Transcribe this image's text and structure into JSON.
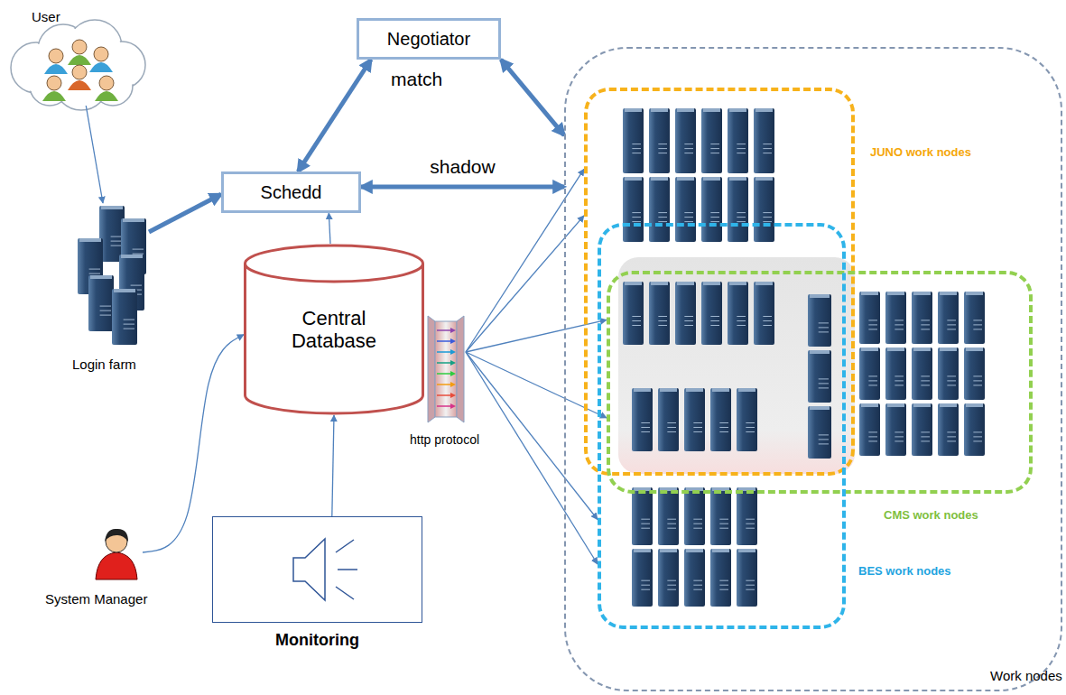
{
  "diagram": {
    "nodes": [
      {
        "text": [
          "User"
        ]
      },
      {
        "text": [
          "Login farm"
        ]
      },
      {
        "text": [
          "Negotiator"
        ]
      },
      {
        "text": [
          "Schedd"
        ]
      },
      {
        "text": [
          "Central Database"
        ]
      },
      {
        "text": [
          "http protocol"
        ]
      },
      {
        "text": [
          "System Manager"
        ]
      },
      {
        "text": [
          "Monitoring"
        ]
      },
      {
        "text": [
          "Work nodes"
        ]
      },
      {
        "text": [
          "JUNO work nodes"
        ],
        "in": 8
      },
      {
        "text": [
          "CMS work nodes"
        ],
        "in": 8
      },
      {
        "text": [
          "BES work nodes"
        ],
        "in": 8
      }
    ],
    "edges": [
      {
        "from": 0,
        "to": 1,
        "arrow": "to"
      },
      {
        "from": 1,
        "to": 3,
        "arrow": "to"
      },
      {
        "from": 3,
        "to": 2,
        "arrow": "both"
      },
      {
        "from": 2,
        "to": 8,
        "arrow": "both"
      },
      {
        "from": 3,
        "to": 8,
        "label": "shadow",
        "arrow": "both"
      },
      {
        "from": 4,
        "to": 3,
        "arrow": "to"
      },
      {
        "from": 6,
        "to": 4,
        "arrow": "to"
      },
      {
        "from": 7,
        "to": 4,
        "arrow": "to"
      },
      {
        "from": 5,
        "to": 9,
        "arrow": "to"
      },
      {
        "from": 5,
        "to": 9,
        "arrow": "to"
      },
      {
        "from": 5,
        "to": 10,
        "arrow": "to"
      },
      {
        "from": 5,
        "to": 10,
        "arrow": "to"
      },
      {
        "from": 5,
        "to": 11,
        "arrow": "to"
      },
      {
        "from": 5,
        "to": 11,
        "arrow": "to"
      }
    ],
    "labels": [
      "match"
    ]
  }
}
